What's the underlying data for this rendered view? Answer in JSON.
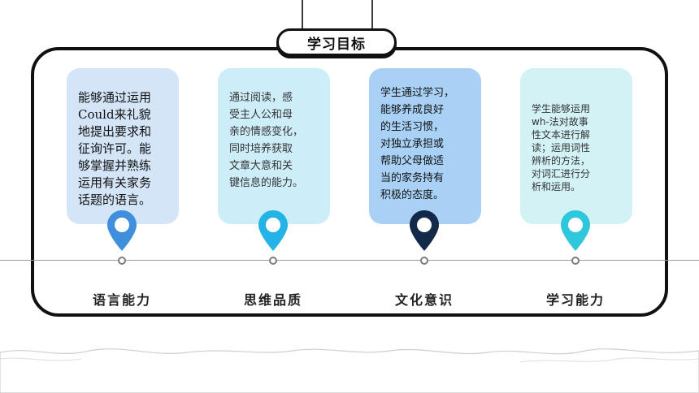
{
  "title": "学习目标",
  "cards": [
    {
      "text": "能够通过运用\nCould来礼貌\n地提出要求和\n征询许可。能\n够掌握并熟练\n运用有关家务\n话题的语言。",
      "label": "语言能力",
      "bg": "#d3e5f7",
      "pin_color": "#3f8fdc"
    },
    {
      "text": "通过阅读，感\n受主人公和母\n亲的情感变化，\n同时培养获取\n文章大意和关\n键信息的能力。",
      "label": "思维品质",
      "bg": "#cdeef8",
      "pin_color": "#23b3e6"
    },
    {
      "text": "学生通过学习，\n能够养成良好\n的生活习惯，\n对独立承担或\n帮助父母做适\n当的家务持有\n积极的态度。",
      "label": "文化意识",
      "bg": "#a8d1f5",
      "pin_color": "#12294a"
    },
    {
      "text": "学生能够运用\nwh-法对故事\n性文本进行解\n读；运用词性\n辨析的方法，\n对词汇进行分\n析和运用。",
      "label": "学习能力",
      "bg": "#d2f2f5",
      "pin_color": "#2fc7dc"
    }
  ]
}
